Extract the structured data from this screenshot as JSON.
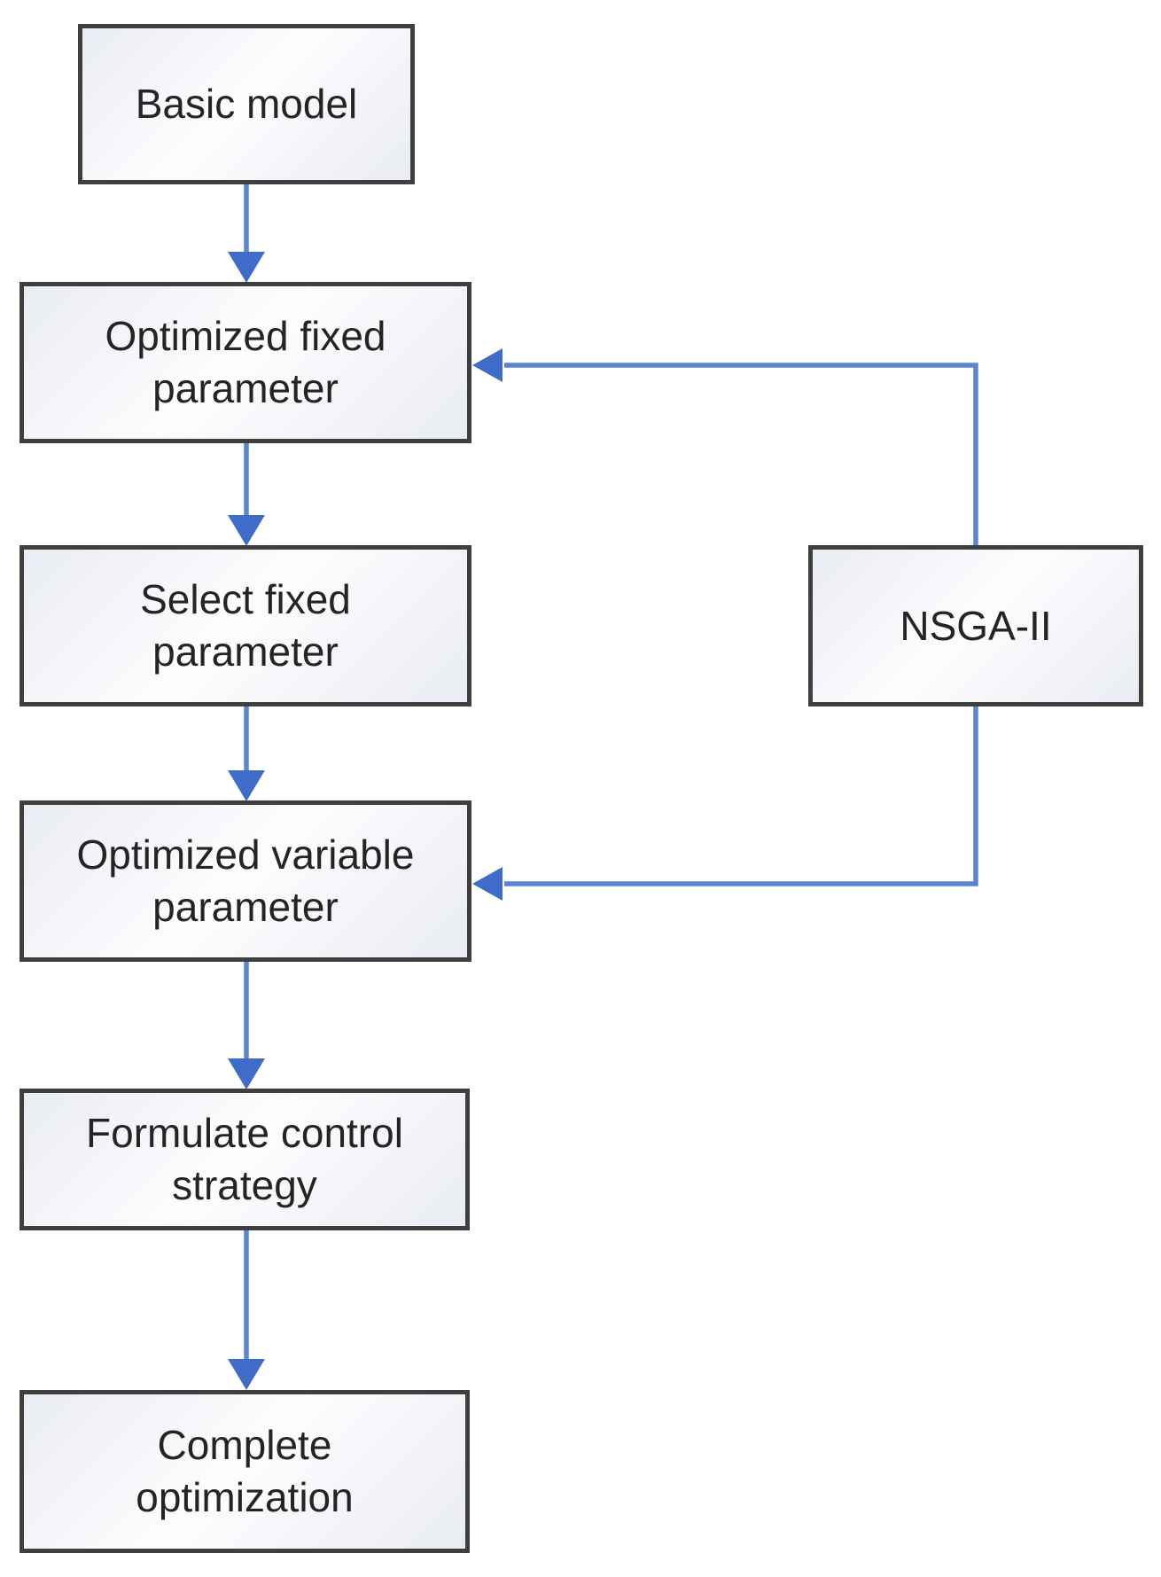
{
  "diagram": {
    "background": "#ffffff",
    "colors": {
      "box_border": "#3f3f3f",
      "box_fill_light": "#fdfdfe",
      "box_fill_shade": "#e9ecf3",
      "arrow_shaft": "#5b84d1",
      "arrow_head": "#3e6cc8",
      "text": "#242424"
    },
    "nodes": [
      {
        "id": "basic-model",
        "label": "Basic model"
      },
      {
        "id": "optimized-fixed-parameter",
        "label": "Optimized fixed\nparameter"
      },
      {
        "id": "select-fixed-parameter",
        "label": "Select fixed\nparameter"
      },
      {
        "id": "optimized-variable-parameter",
        "label": "Optimized variable\nparameter"
      },
      {
        "id": "formulate-control-strategy",
        "label": "Formulate control\nstrategy"
      },
      {
        "id": "complete-optimization",
        "label": "Complete\noptimization"
      },
      {
        "id": "nsga-ii",
        "label": "NSGA-II"
      }
    ],
    "edges": [
      {
        "from": "basic-model",
        "to": "optimized-fixed-parameter",
        "type": "arrow"
      },
      {
        "from": "optimized-fixed-parameter",
        "to": "select-fixed-parameter",
        "type": "arrow"
      },
      {
        "from": "select-fixed-parameter",
        "to": "optimized-variable-parameter",
        "type": "arrow"
      },
      {
        "from": "optimized-variable-parameter",
        "to": "formulate-control-strategy",
        "type": "arrow"
      },
      {
        "from": "formulate-control-strategy",
        "to": "complete-optimization",
        "type": "arrow"
      },
      {
        "from": "nsga-ii",
        "to": "optimized-fixed-parameter",
        "type": "elbow-arrow"
      },
      {
        "from": "nsga-ii",
        "to": "optimized-variable-parameter",
        "type": "elbow-arrow"
      }
    ]
  }
}
